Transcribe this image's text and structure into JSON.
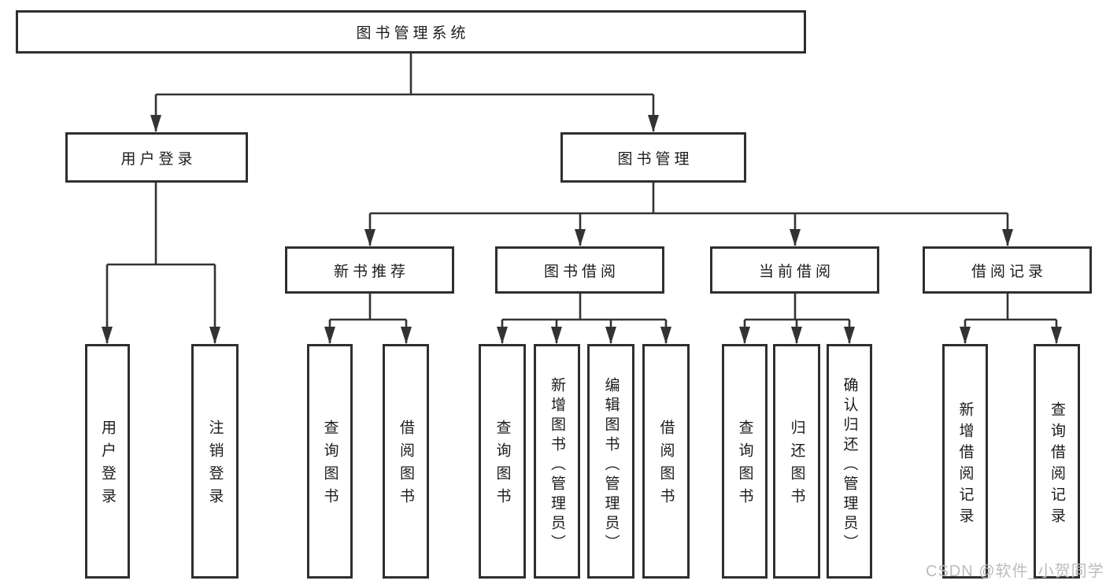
{
  "tree": {
    "root": {
      "label": "图书管理系统"
    },
    "branches": [
      {
        "label": "用户登录",
        "children": [
          {
            "label": "用户登录"
          },
          {
            "label": "注销登录"
          }
        ]
      },
      {
        "label": "图书管理",
        "children": [
          {
            "label": "新书推荐",
            "children": [
              {
                "label": "查询图书"
              },
              {
                "label": "借阅图书"
              }
            ]
          },
          {
            "label": "图书借阅",
            "children": [
              {
                "label": "查询图书"
              },
              {
                "label": "新增图书（管理员）"
              },
              {
                "label": "编辑图书（管理员）"
              },
              {
                "label": "借阅图书"
              }
            ]
          },
          {
            "label": "当前借阅",
            "children": [
              {
                "label": "查询图书"
              },
              {
                "label": "归还图书"
              },
              {
                "label": "确认归还（管理员）"
              }
            ]
          },
          {
            "label": "借阅记录",
            "children": [
              {
                "label": "新增借阅记录"
              },
              {
                "label": "查询借阅记录"
              }
            ]
          }
        ]
      }
    ]
  },
  "watermark": {
    "text": "CSDN @软件_小贺同学"
  },
  "colors": {
    "line": "#333333",
    "box_border": "#2f2f2f",
    "text": "#1c1c1c",
    "watermark": "#bcbcbc",
    "background": "#ffffff"
  }
}
